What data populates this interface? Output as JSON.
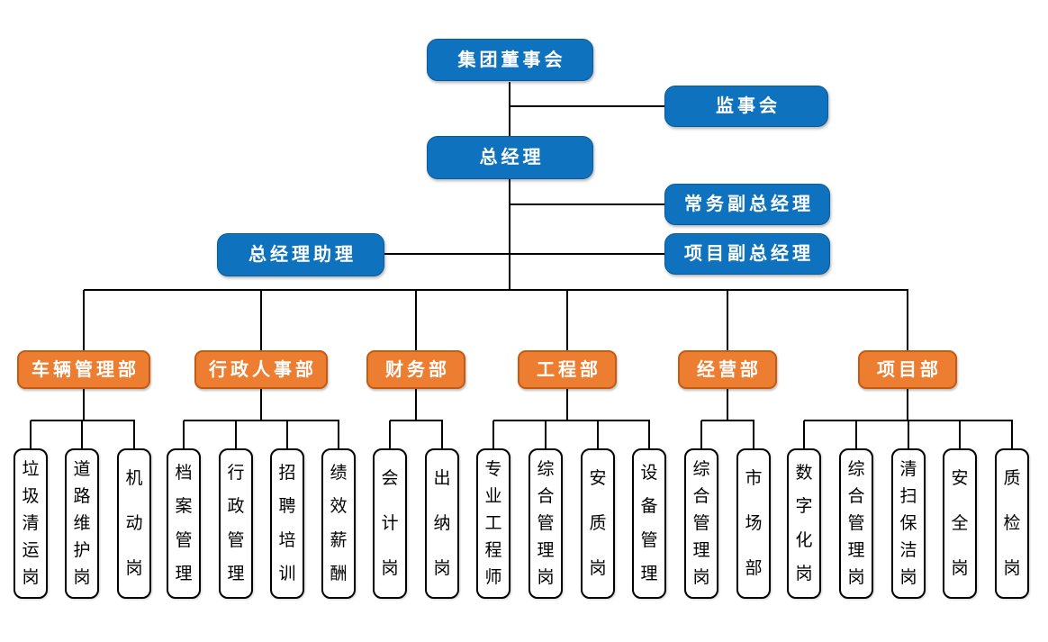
{
  "diagram": {
    "type": "org-chart",
    "executives": [
      {
        "id": "group-board",
        "label": "集团董事会"
      },
      {
        "id": "supervisory-board",
        "label": "监事会"
      },
      {
        "id": "general-manager",
        "label": "总经理"
      },
      {
        "id": "executive-deputy-general-manager",
        "label": "常务副总经理"
      },
      {
        "id": "project-deputy-general-manager",
        "label": "项目副总经理"
      },
      {
        "id": "general-manager-assistant",
        "label": "总经理助理"
      }
    ],
    "departments": [
      {
        "label": "车辆管理部",
        "positions": [
          "垃圾清运岗",
          "道路维护岗",
          "机动岗"
        ]
      },
      {
        "label": "行政人事部",
        "positions": [
          "档案管理",
          "行政管理",
          "招聘培训",
          "绩效薪酬"
        ]
      },
      {
        "label": "财务部",
        "positions": [
          "会计岗",
          "出纳岗"
        ]
      },
      {
        "label": "工程部",
        "positions": [
          "专业工程师",
          "综合管理岗",
          "安质岗",
          "设备管理"
        ]
      },
      {
        "label": "经营部",
        "positions": [
          "综合管理岗",
          "市场部"
        ]
      },
      {
        "label": "项目部",
        "positions": [
          "数字化岗",
          "综合管理岗",
          "清扫保洁岗",
          "安全岗",
          "质检岗"
        ]
      }
    ],
    "colors": {
      "executive_fill": "#0F72BE",
      "department_fill": "#ED7D31",
      "department_border": "#C55A11",
      "leaf_border": "#000000",
      "connector": "#000000"
    }
  }
}
